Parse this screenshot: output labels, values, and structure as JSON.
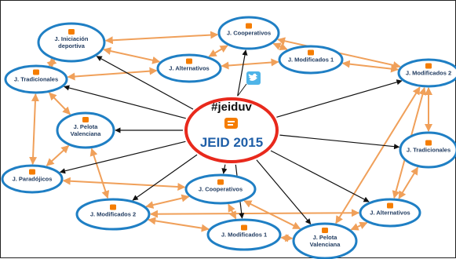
{
  "diagram": {
    "center": {
      "hashtag": "#jeiduv",
      "title": "JEID 2015",
      "blogger_icon": "blogger-icon",
      "twitter_icon": "twitter-icon"
    },
    "nodes": [
      {
        "id": "iniciacion",
        "label": "J. Iniciación deportiva",
        "lines": [
          "J. Iniciación",
          "deportiva"
        ]
      },
      {
        "id": "cooperativos_top",
        "label": "J. Cooperativos",
        "lines": [
          "J. Cooperativos"
        ]
      },
      {
        "id": "alternativos_top",
        "label": "J. Alternativos",
        "lines": [
          "J. Alternativos"
        ]
      },
      {
        "id": "modificados1_top",
        "label": "J. Modificados 1",
        "lines": [
          "J. Modificados 1"
        ]
      },
      {
        "id": "modificados2_right",
        "label": "J. Modificados 2",
        "lines": [
          "J. Modificados 2"
        ]
      },
      {
        "id": "tradicionales_left",
        "label": "J. Tradicionales",
        "lines": [
          "J. Tradicionales"
        ]
      },
      {
        "id": "pelota_left",
        "label": "J. Pelota Valenciana",
        "lines": [
          "J. Pelota",
          "Valenciana"
        ]
      },
      {
        "id": "tradicionales_right",
        "label": "J. Tradicionales",
        "lines": [
          "J. Tradicionales"
        ]
      },
      {
        "id": "paradojicos",
        "label": "J. Paradójicos",
        "lines": [
          "J. Paradójicos"
        ]
      },
      {
        "id": "cooperativos_bottom",
        "label": "J. Cooperativos",
        "lines": [
          "J. Cooperativos"
        ]
      },
      {
        "id": "modificados2_bottom",
        "label": "J. Modificados 2",
        "lines": [
          "J. Modificados 2"
        ]
      },
      {
        "id": "alternativos_bottom",
        "label": "J. Alternativos",
        "lines": [
          "J. Alternativos"
        ]
      },
      {
        "id": "modificados1_bottom",
        "label": "J. Modificados 1",
        "lines": [
          "J. Modificados 1"
        ]
      },
      {
        "id": "pelota_bottom",
        "label": "J. Pelota Valenciana",
        "lines": [
          "J. Pelota",
          "Valenciana"
        ]
      }
    ],
    "colors": {
      "node_border": "#1f7fc4",
      "center_border": "#e8291c",
      "center_text": "#1f5fa8",
      "orange_link": "#f0a05a",
      "black_link": "#111111",
      "blogger_orange": "#f57d00"
    }
  }
}
